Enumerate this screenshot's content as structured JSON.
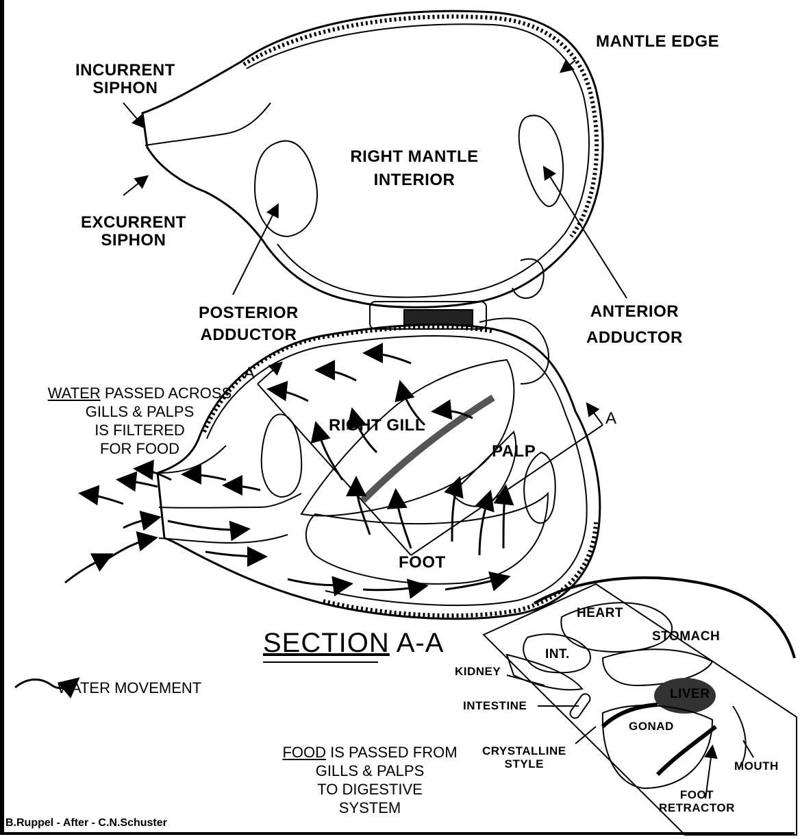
{
  "labels": {
    "mantle_edge": "MANTLE EDGE",
    "incurrent_siphon_1": "INCURRENT",
    "incurrent_siphon_2": "SIPHON",
    "excurrent_siphon_1": "EXCURRENT",
    "excurrent_siphon_2": "SIPHON",
    "right_mantle_1": "RIGHT MANTLE",
    "right_mantle_2": "INTERIOR",
    "posterior_1": "POSTERIOR",
    "posterior_2": "ADDUCTOR",
    "anterior_1": "ANTERIOR",
    "anterior_2": "ADDUCTOR",
    "right_gill": "RIGHT GILL",
    "palp": "PALP",
    "foot": "FOOT",
    "a_left": "A",
    "a_right": "A",
    "heart": "HEART",
    "stomach": "STOMACH",
    "int": "INT.",
    "kidney": "KIDNEY",
    "liver": "LIVER",
    "intestine": "INTESTINE",
    "gonad": "GONAD",
    "crystalline_1": "CRYSTALLINE",
    "crystalline_2": "STYLE",
    "mouth": "MOUTH",
    "foot_retractor_1": "FOOT",
    "foot_retractor_2": "RETRACTOR"
  },
  "water_note": {
    "keyword": "WATER",
    "line1_rest": " PASSED ACROSS",
    "line2": "GILLS & PALPS",
    "line3": "IS FILTERED",
    "line4": "FOR  FOOD"
  },
  "food_note": {
    "keyword": "FOOD",
    "line1_rest": " IS PASSED FROM",
    "line2": "GILLS & PALPS",
    "line3": "TO DIGESTIVE",
    "line4": "SYSTEM"
  },
  "section_title_part1": "SECTION",
  "section_title_part2": " A-A",
  "legend_label": "WATER MOVEMENT",
  "credit": "B.Ruppel - After - C.N.Schuster"
}
